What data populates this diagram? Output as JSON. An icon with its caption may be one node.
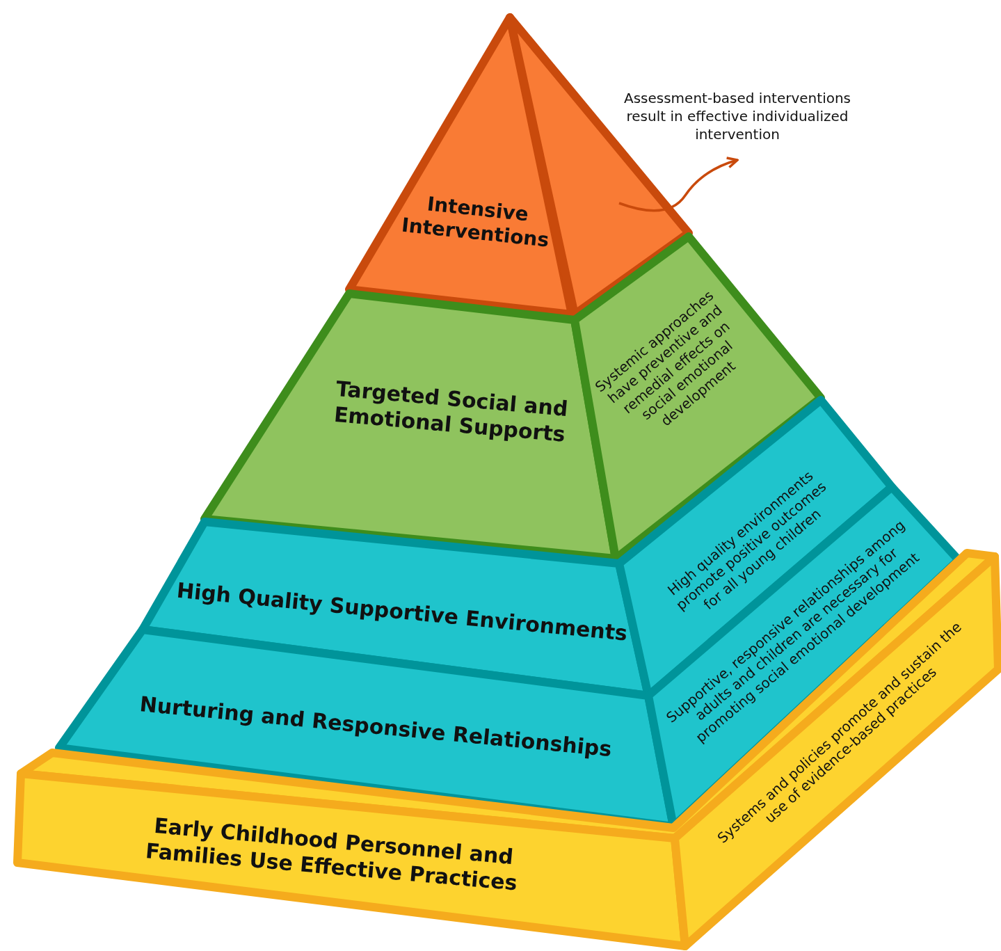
{
  "diagram": {
    "nodes": [
      {
        "text": [
          "Intensive Interventions"
        ]
      },
      {
        "text": [],
        "shape": "triangle"
      },
      {
        "text": [
          "Assessment-based interventions result in effective individualized intervention"
        ]
      },
      {
        "text": [
          "Targeted Social and Emotional Supports"
        ]
      },
      {
        "text": [
          "Systemic approaches have preventive and remedial effects on social emotional development"
        ]
      },
      {
        "text": [
          "High Quality Supportive Environments"
        ]
      },
      {
        "text": [
          "High quality environments promote positive outcomes for all young children"
        ]
      },
      {
        "text": [
          "Nurturing and Responsive Relationships"
        ]
      },
      {
        "text": [
          "Supportive, responsive relationships among adults and children are necessary for promoting social emotional development"
        ]
      },
      {
        "text": [
          "Early Childhood Personnel and Families Use Effective Practices"
        ]
      },
      {
        "text": [
          "Systems and policies promote and sustain the use of evidence-based practices"
        ]
      }
    ],
    "edges": [
      {
        "from": 1,
        "to": 2,
        "arrow": "to"
      }
    ]
  }
}
